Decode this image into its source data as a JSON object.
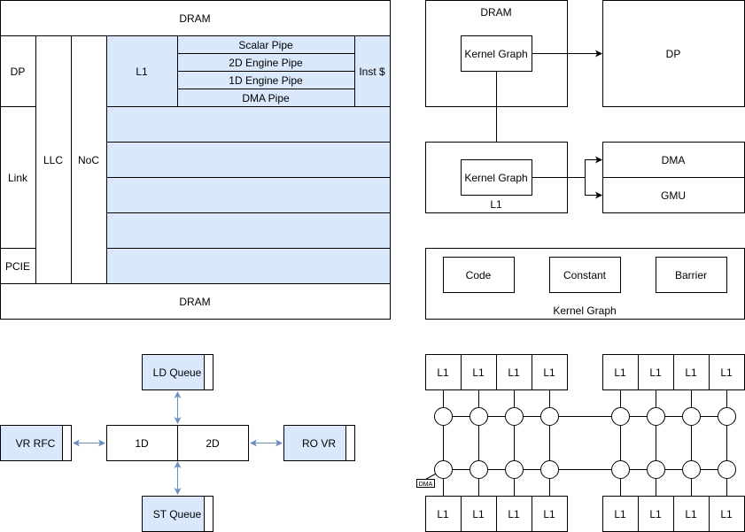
{
  "soc": {
    "dram_top": "DRAM",
    "dram_bottom": "DRAM",
    "dp": "DP",
    "link": "Link",
    "pcie": "PCIE",
    "llc": "LLC",
    "noc": "NoC",
    "l1": "L1",
    "inst_cache": "Inst $",
    "pipes": [
      "Scalar Pipe",
      "2D Engine Pipe",
      "1D Engine Pipe",
      "DMA Pipe"
    ]
  },
  "flow": {
    "dram": "DRAM",
    "kernel_graph_1": "Kernel Graph",
    "dp": "DP",
    "kernel_graph_2": "Kernel Graph",
    "l1": "L1",
    "dma": "DMA",
    "gmu": "GMU"
  },
  "kernel_graph": {
    "code": "Code",
    "constant": "Constant",
    "barrier": "Barrier",
    "label": "Kernel Graph"
  },
  "core": {
    "ld_queue": "LD Queue",
    "st_queue": "ST Queue",
    "vr_rfc": "VR RFC",
    "ro_vr": "RO VR",
    "one_d": "1D",
    "two_d": "2D"
  },
  "mesh": {
    "l1_label": "L1",
    "dma_label": "DMA"
  }
}
